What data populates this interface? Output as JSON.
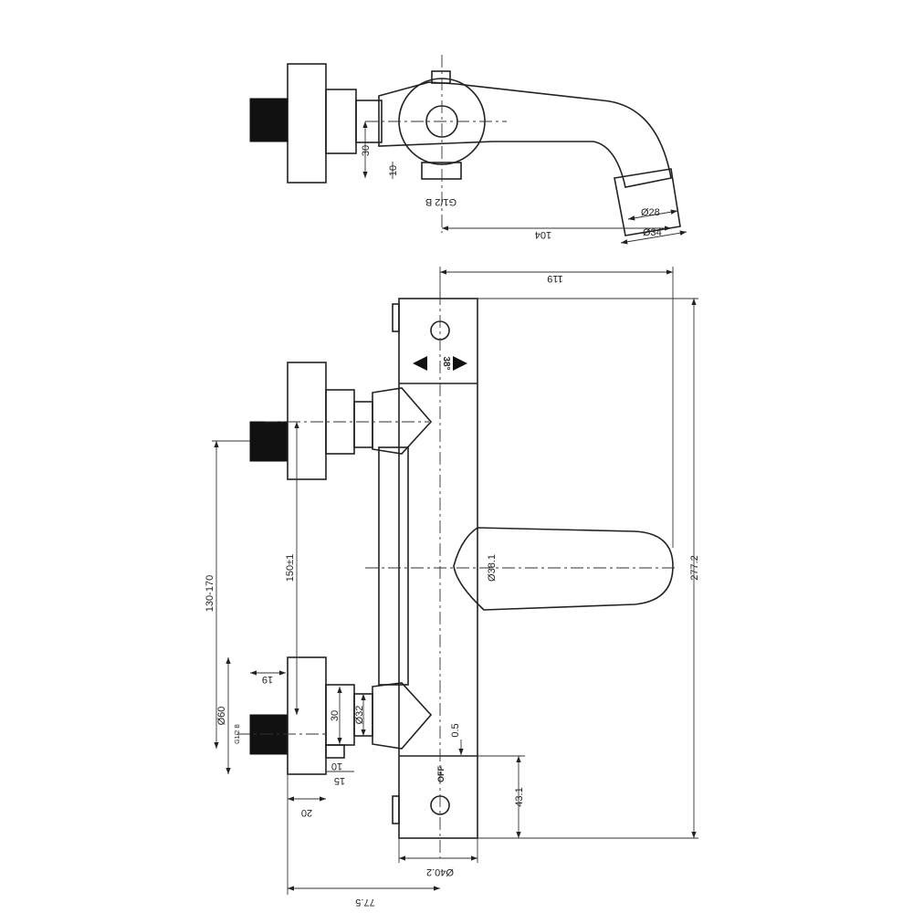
{
  "title": "Thermostatic bath mixer technical drawing",
  "top_view": {
    "dim_30": "30",
    "dim_10": "10",
    "thread": "G1/2 B",
    "dim_104": "104",
    "dia_28": "Ø28",
    "dia_34": "Ø34"
  },
  "front_view": {
    "dim_119": "119",
    "dim_277": "277.2",
    "temp_stop": "38°",
    "dim_150": "150±1",
    "dim_130_170": "130-170",
    "dia_38": "Ø38.1",
    "dim_19": "19",
    "dia_60": "Ø60",
    "thread": "G1/2 B",
    "dim_30": "30",
    "dia_32": "Ø32",
    "dim_10": "10",
    "dim_15": "15",
    "dim_20": "20",
    "dim_05": "0.5",
    "off_label": "OFF",
    "dim_43": "43.1",
    "dia_40": "Ø40.2",
    "dim_77": "77.5"
  }
}
